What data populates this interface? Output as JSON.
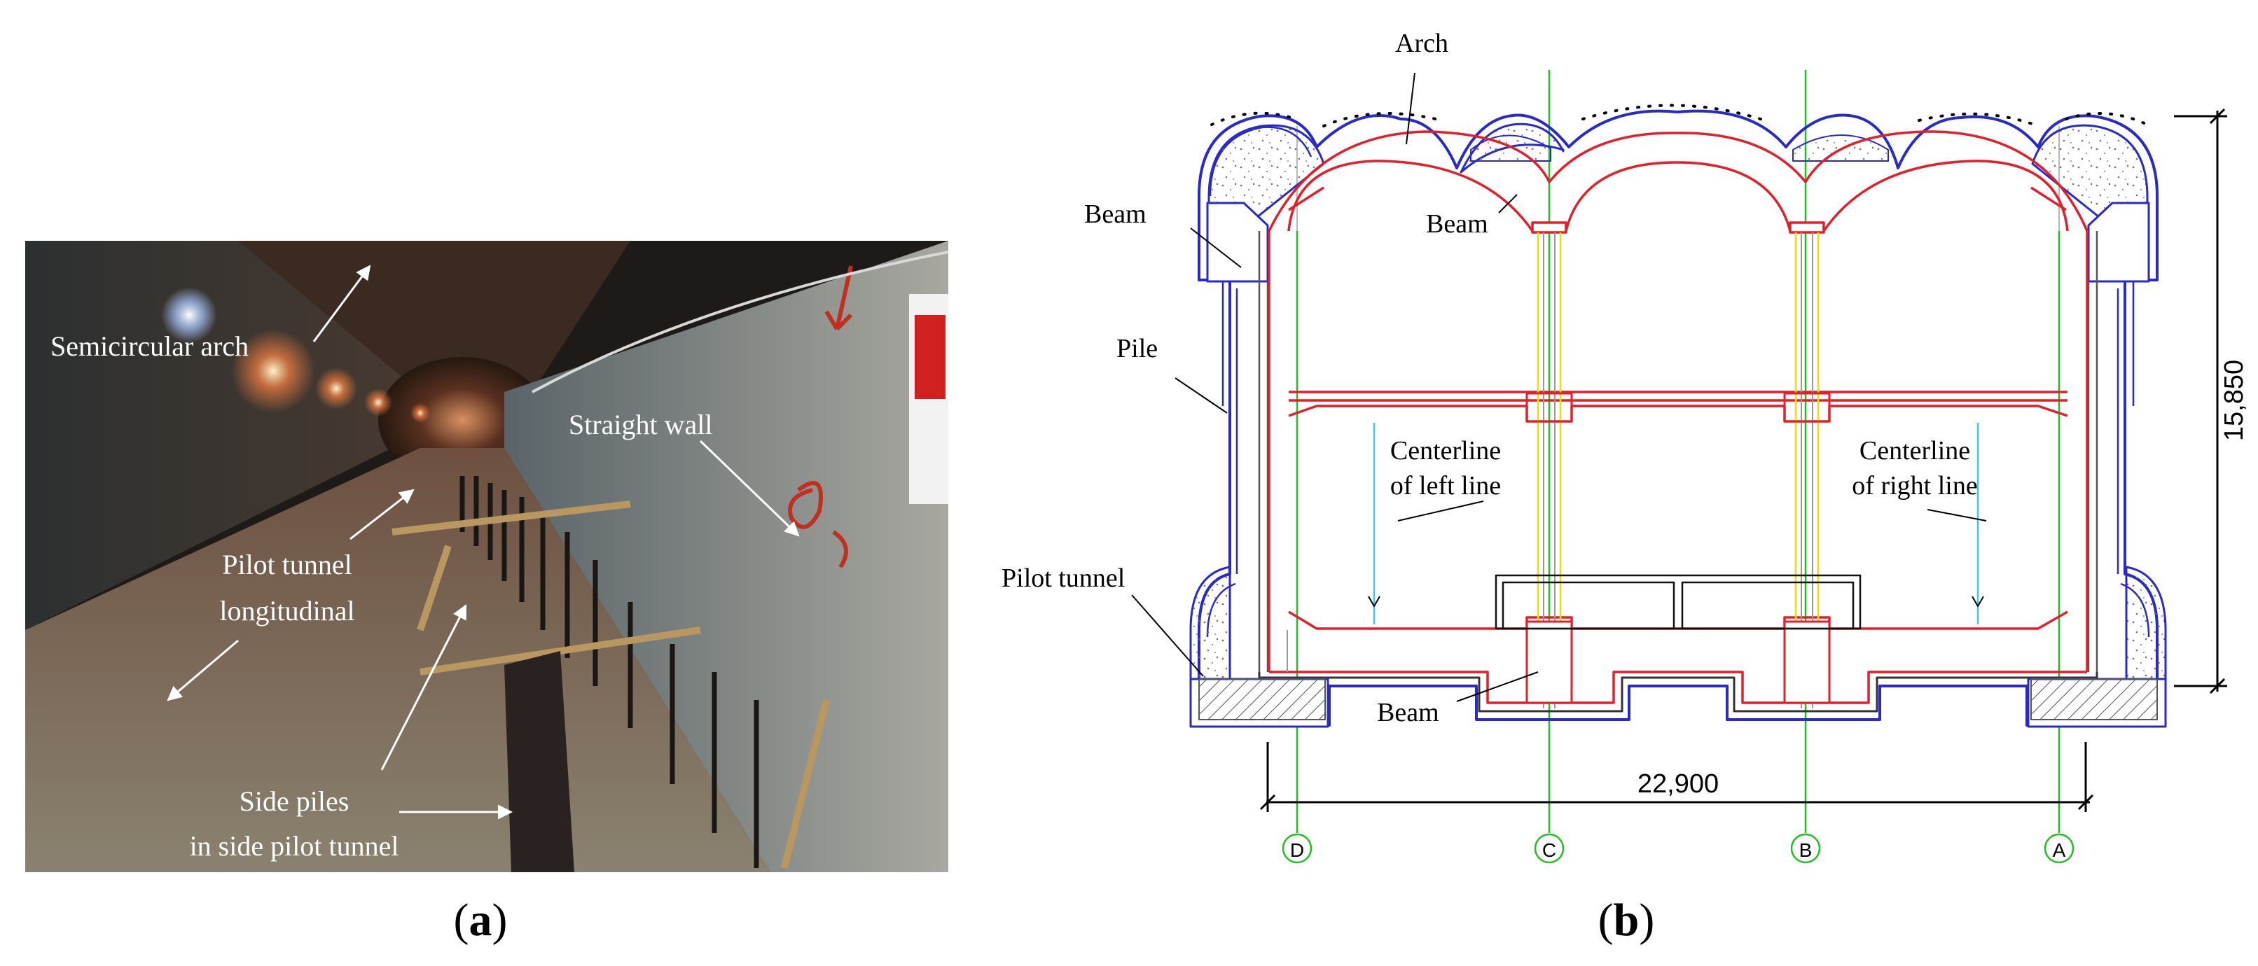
{
  "panel_a": {
    "label_prefix": "(",
    "label_letter": "a",
    "label_suffix": ")",
    "annotations": {
      "semicircular_arch": "Semicircular arch",
      "straight_wall": "Straight wall",
      "pilot_tunnel_line1": "Pilot tunnel",
      "pilot_tunnel_line2": "longitudinal",
      "side_piles_line1": "Side piles",
      "side_piles_line2": "in side pilot tunnel"
    }
  },
  "panel_b": {
    "label_prefix": "(",
    "label_letter": "b",
    "label_suffix": ")",
    "annotations": {
      "arch": "Arch",
      "beam_left": "Beam",
      "beam_top": "Beam",
      "pile": "Pile",
      "pilot_tunnel": "Pilot tunnel",
      "beam_bottom": "Beam",
      "centerline_left_1": "Centerline",
      "centerline_left_2": "of left line",
      "centerline_right_1": "Centerline",
      "centerline_right_2": "of right line"
    },
    "dimensions": {
      "width": "22,900",
      "height": "15,850"
    },
    "axes": [
      "D",
      "C",
      "B",
      "A"
    ]
  },
  "colors": {
    "lining": "#e0202a",
    "outer_structure": "#2a2ac8",
    "column": "#e8e000",
    "axis": "#20c020",
    "centerline": "#40c8e8"
  }
}
